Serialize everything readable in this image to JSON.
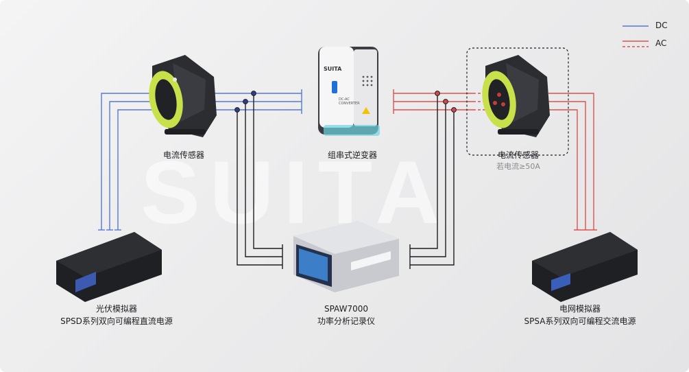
{
  "watermark": "SUITA",
  "legend": {
    "dc_label": "DC",
    "ac_label": "AC",
    "dc_color": "#5578d8",
    "ac_color": "#e05050"
  },
  "inverter": {
    "brand": "SUITA",
    "panel_text": "DC-AC CONVERTER"
  },
  "nodes": {
    "sensor_left": {
      "label": "电流传感器"
    },
    "inverter": {
      "label": "组串式逆变器"
    },
    "sensor_right": {
      "label": "电流传感器",
      "note": "若电流≥50A"
    },
    "pv_simulator": {
      "line1": "光伏模拟器",
      "line2": "SPSD系列双向可编程直流电源"
    },
    "analyzer": {
      "line1": "SPAW7000",
      "line2": "功率分析记录仪"
    },
    "grid_simulator": {
      "line1": "电网模拟器",
      "line2": "SPSA系列双向可编程交流电源"
    }
  }
}
